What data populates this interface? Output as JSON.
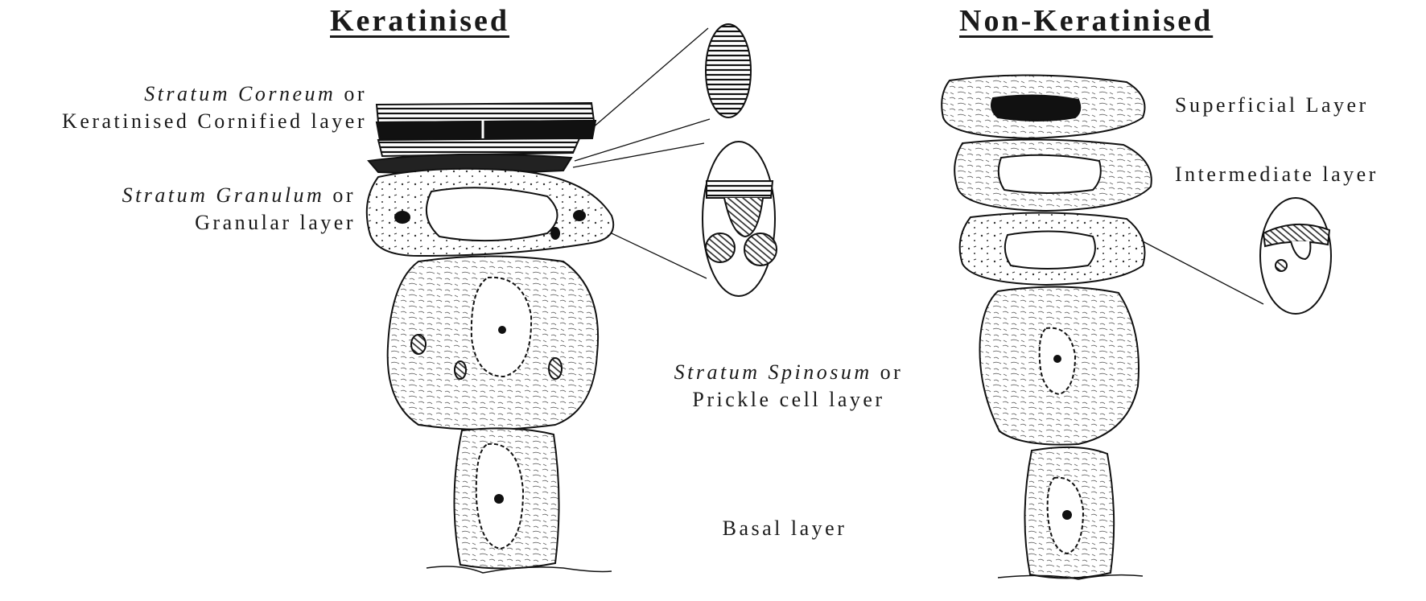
{
  "panels": {
    "keratinised": {
      "title": "Keratinised",
      "labels": {
        "corneum": {
          "italic": "Stratum Corneum",
          "suffix": " or",
          "line2": "Keratinised Cornified layer"
        },
        "granulum": {
          "italic": "Stratum Granulum",
          "suffix": " or",
          "line2": "Granular layer"
        },
        "spinosum": {
          "italic": "Stratum Spinosum",
          "suffix": " or",
          "line2": "Prickle cell layer"
        },
        "basal": "Basal layer"
      }
    },
    "non_keratinised": {
      "title": "Non-Keratinised",
      "labels": {
        "superficial": "Superficial Layer",
        "intermediate": "Intermediate layer"
      }
    }
  }
}
